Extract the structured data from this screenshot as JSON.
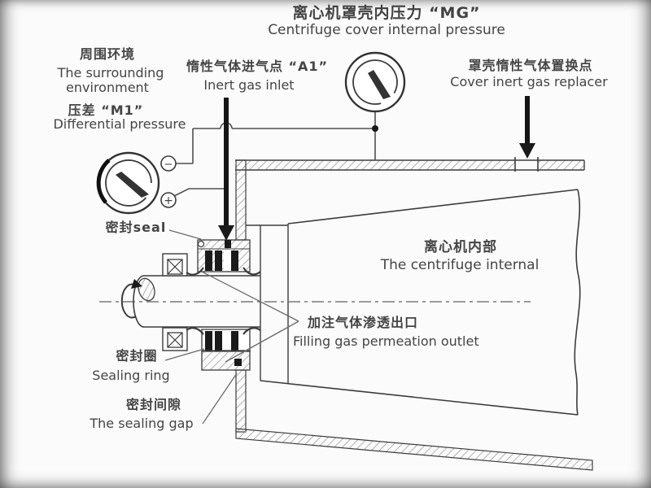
{
  "diagram": {
    "title": {
      "zh": "离心机罩壳内压力 “MG”",
      "en": "Centrifuge cover internal pressure"
    },
    "surrounding": {
      "zh": "周围环境",
      "en_line1": "The surrounding",
      "en_line2": "environment"
    },
    "inlet": {
      "zh": "惰性气体进气点 “A1”",
      "en": "Inert gas inlet"
    },
    "replacer": {
      "zh": "罩壳惰性气体置换点",
      "en": "Cover inert gas replacer"
    },
    "diff_pressure": {
      "zh": "压差 “M1”",
      "en": "Differential pressure"
    },
    "seal": {
      "label": "密封seal"
    },
    "internal": {
      "zh": "离心机内部",
      "en": "The centrifuge internal"
    },
    "permeation": {
      "zh": "加注气体渗透出口",
      "en": "Filling gas permeation outlet"
    },
    "sealing_ring": {
      "zh": "密封圈",
      "en": "Sealing ring"
    },
    "sealing_gap": {
      "zh": "密封间隙",
      "en": "The sealing gap"
    },
    "symbols": {
      "minus": "−",
      "plus": "+"
    },
    "colors": {
      "line": "#3c3c3c",
      "text": "#454545",
      "hatch": "#8a8a8a",
      "background": "#fbfbfb",
      "arrow_fill": "#1a1a1a"
    }
  }
}
